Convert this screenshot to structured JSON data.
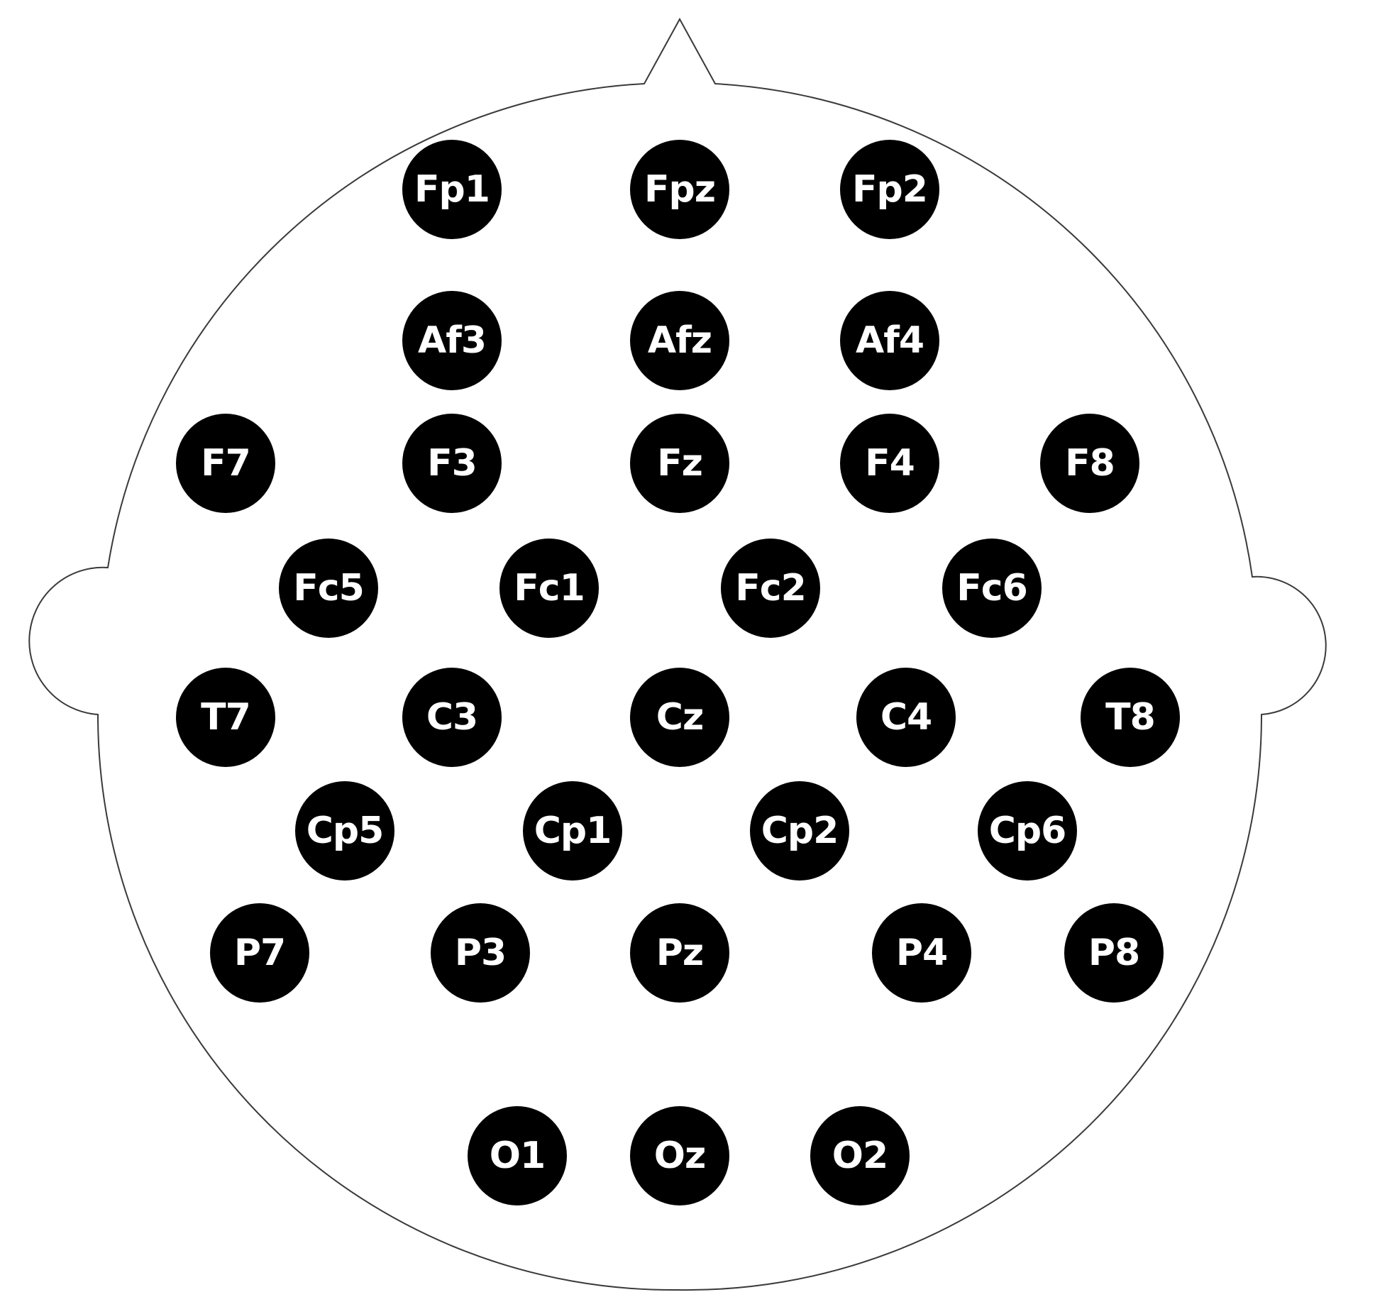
{
  "colors": {
    "background": "#ffffff",
    "outline": "#3a3a3a",
    "electrode_fill": "#000000",
    "electrode_text": "#ffffff"
  },
  "electrodes": [
    {
      "id": "fp1",
      "label": "Fp1"
    },
    {
      "id": "fpz",
      "label": "Fpz"
    },
    {
      "id": "fp2",
      "label": "Fp2"
    },
    {
      "id": "af3",
      "label": "Af3"
    },
    {
      "id": "afz",
      "label": "Afz"
    },
    {
      "id": "af4",
      "label": "Af4"
    },
    {
      "id": "f7",
      "label": "F7"
    },
    {
      "id": "f3",
      "label": "F3"
    },
    {
      "id": "fz",
      "label": "Fz"
    },
    {
      "id": "f4",
      "label": "F4"
    },
    {
      "id": "f8",
      "label": "F8"
    },
    {
      "id": "fc5",
      "label": "Fc5"
    },
    {
      "id": "fc1",
      "label": "Fc1"
    },
    {
      "id": "fc2",
      "label": "Fc2"
    },
    {
      "id": "fc6",
      "label": "Fc6"
    },
    {
      "id": "t7",
      "label": "T7"
    },
    {
      "id": "c3",
      "label": "C3"
    },
    {
      "id": "cz",
      "label": "Cz"
    },
    {
      "id": "c4",
      "label": "C4"
    },
    {
      "id": "t8",
      "label": "T8"
    },
    {
      "id": "cp5",
      "label": "Cp5"
    },
    {
      "id": "cp1",
      "label": "Cp1"
    },
    {
      "id": "cp2",
      "label": "Cp2"
    },
    {
      "id": "cp6",
      "label": "Cp6"
    },
    {
      "id": "p7",
      "label": "P7"
    },
    {
      "id": "p3",
      "label": "P3"
    },
    {
      "id": "pz",
      "label": "Pz"
    },
    {
      "id": "p4",
      "label": "P4"
    },
    {
      "id": "p8",
      "label": "P8"
    },
    {
      "id": "o1",
      "label": "O1"
    },
    {
      "id": "oz",
      "label": "Oz"
    },
    {
      "id": "o2",
      "label": "O2"
    }
  ]
}
